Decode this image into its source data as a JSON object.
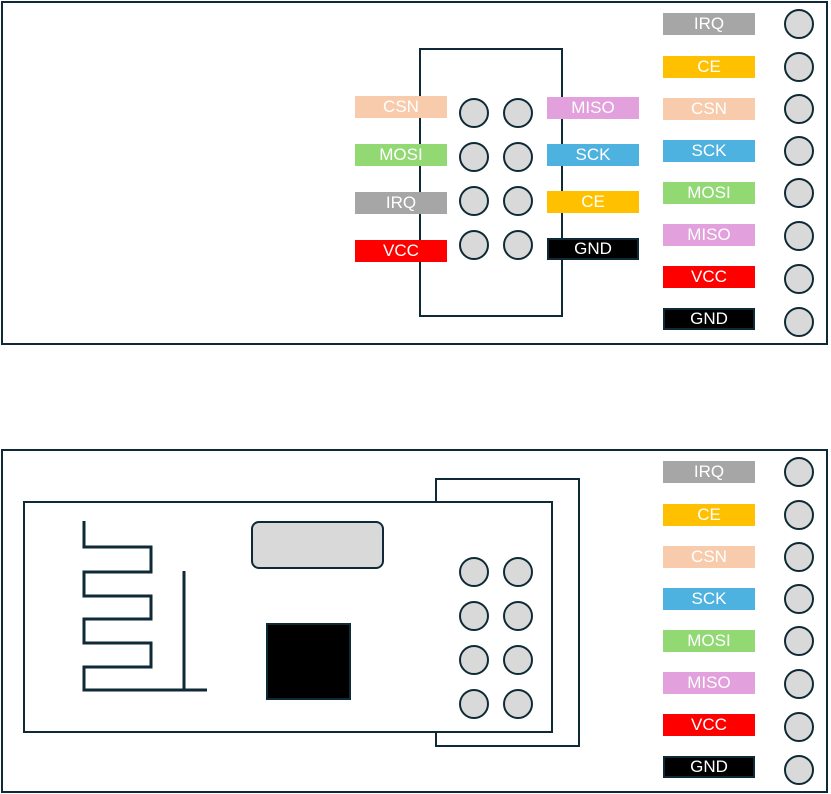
{
  "colors": {
    "IRQ": "#a6a6a6",
    "CE": "#ffc000",
    "CSN": "#f8cbad",
    "SCK": "#4eb2e0",
    "MOSI": "#92d974",
    "MISO": "#e2a0dc",
    "VCC": "#ff0000",
    "GND": "#000000",
    "outline": "#0e2a36",
    "pin_fill": "#d9d9d9",
    "crystal_fill": "#d9d9d9",
    "chip_fill": "#000000"
  },
  "top_module": {
    "header_left_labels": [
      "CSN",
      "MOSI",
      "IRQ",
      "VCC"
    ],
    "header_right_labels": [
      "MISO",
      "SCK",
      "CE",
      "GND"
    ],
    "side_pin_labels": [
      "IRQ",
      "CE",
      "CSN",
      "SCK",
      "MOSI",
      "MISO",
      "VCC",
      "GND"
    ]
  },
  "bottom_module": {
    "side_pin_labels": [
      "IRQ",
      "CE",
      "CSN",
      "SCK",
      "MOSI",
      "MISO",
      "VCC",
      "GND"
    ]
  }
}
